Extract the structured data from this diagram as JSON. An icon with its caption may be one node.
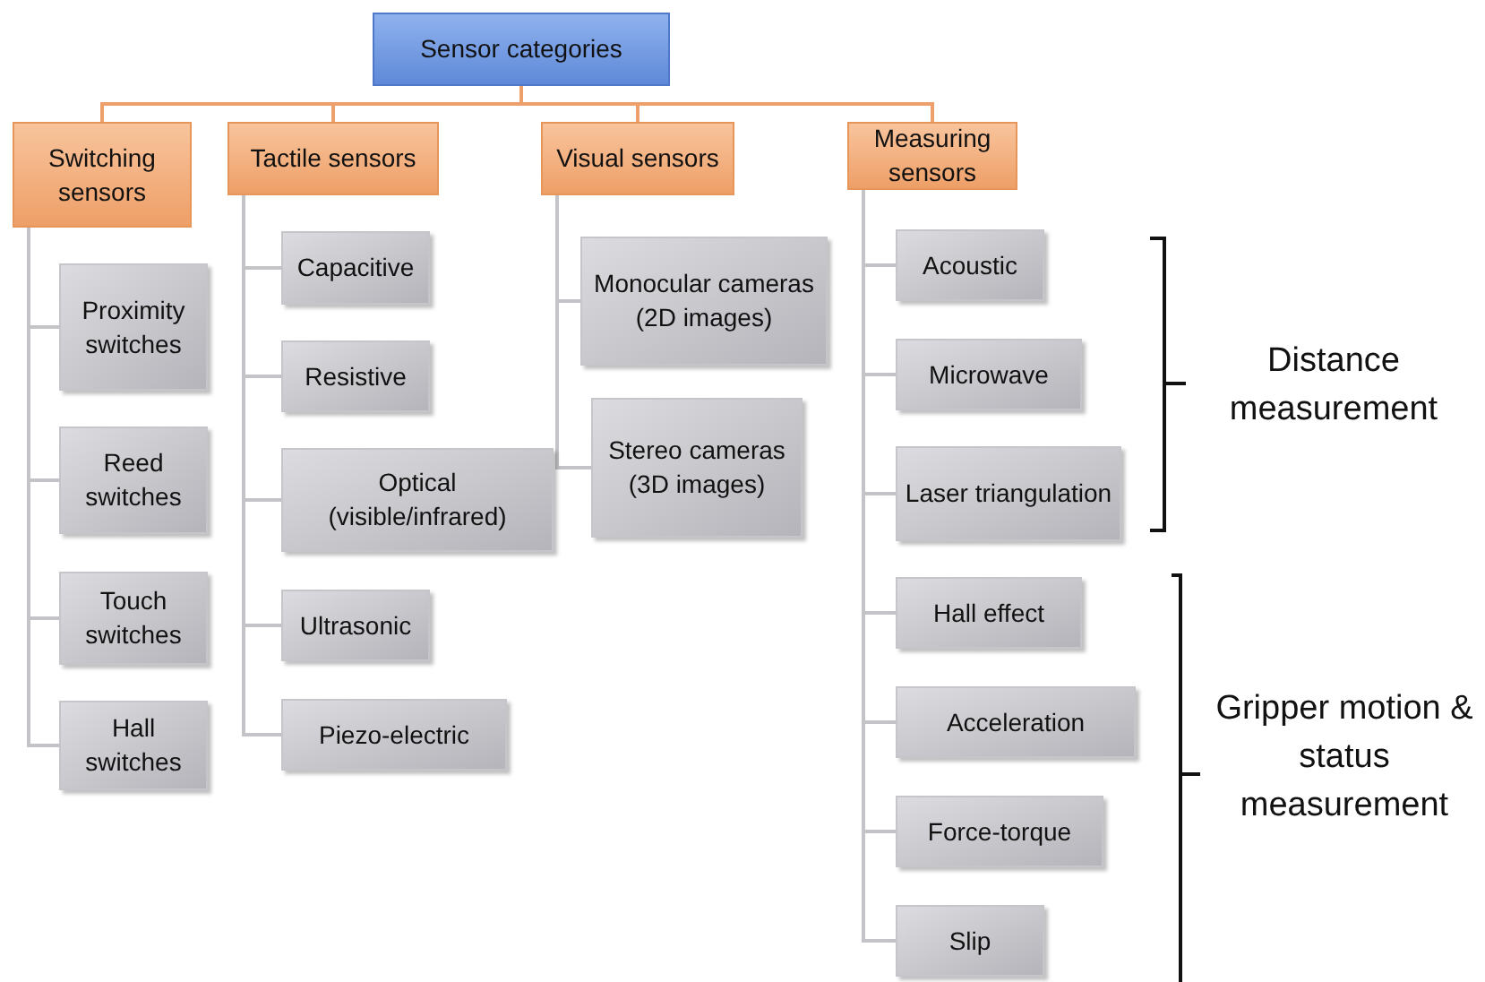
{
  "diagram": {
    "nodes": [
      {
        "text": [
          "Sensor categories"
        ]
      },
      {
        "text": [
          "Switching sensors"
        ]
      },
      {
        "text": [
          "Tactile sensors"
        ]
      },
      {
        "text": [
          "Visual sensors"
        ]
      },
      {
        "text": [
          "Measuring sensors"
        ]
      },
      {
        "text": [
          "Proximity switches"
        ]
      },
      {
        "text": [
          "Reed switches"
        ]
      },
      {
        "text": [
          "Touch switches"
        ]
      },
      {
        "text": [
          "Hall switches"
        ]
      },
      {
        "text": [
          "Capacitive"
        ]
      },
      {
        "text": [
          "Resistive"
        ]
      },
      {
        "text": [
          "Optical (visible/infrared)"
        ]
      },
      {
        "text": [
          "Ultrasonic"
        ]
      },
      {
        "text": [
          "Piezo-electric"
        ]
      },
      {
        "text": [
          "Monocular cameras (2D images)"
        ]
      },
      {
        "text": [
          "Stereo cameras (3D images)"
        ]
      },
      {
        "text": [
          "Acoustic"
        ]
      },
      {
        "text": [
          "Microwave"
        ]
      },
      {
        "text": [
          "Laser triangulation"
        ]
      },
      {
        "text": [
          "Hall effect"
        ]
      },
      {
        "text": [
          "Acceleration"
        ]
      },
      {
        "text": [
          "Force-torque"
        ]
      },
      {
        "text": [
          "Slip"
        ]
      }
    ],
    "edges": [
      {
        "from": 0,
        "to": 1,
        "arrow": "none",
        "color": "#eda06b"
      },
      {
        "from": 0,
        "to": 2,
        "arrow": "none",
        "color": "#eda06b"
      },
      {
        "from": 0,
        "to": 3,
        "arrow": "none",
        "color": "#eda06b"
      },
      {
        "from": 0,
        "to": 4,
        "arrow": "none",
        "color": "#eda06b"
      },
      {
        "from": 1,
        "to": 5,
        "arrow": "none"
      },
      {
        "from": 1,
        "to": 6,
        "arrow": "none"
      },
      {
        "from": 1,
        "to": 7,
        "arrow": "none"
      },
      {
        "from": 1,
        "to": 8,
        "arrow": "none"
      },
      {
        "from": 2,
        "to": 9,
        "arrow": "none"
      },
      {
        "from": 2,
        "to": 10,
        "arrow": "none"
      },
      {
        "from": 2,
        "to": 11,
        "arrow": "none"
      },
      {
        "from": 2,
        "to": 12,
        "arrow": "none"
      },
      {
        "from": 2,
        "to": 13,
        "arrow": "none"
      },
      {
        "from": 3,
        "to": 14,
        "arrow": "none"
      },
      {
        "from": 3,
        "to": 15,
        "arrow": "none"
      },
      {
        "from": 4,
        "to": 16,
        "arrow": "none"
      },
      {
        "from": 4,
        "to": 17,
        "arrow": "none"
      },
      {
        "from": 4,
        "to": 18,
        "arrow": "none"
      },
      {
        "from": 4,
        "to": 19,
        "arrow": "none"
      },
      {
        "from": 4,
        "to": 20,
        "arrow": "none"
      },
      {
        "from": 4,
        "to": 21,
        "arrow": "none"
      },
      {
        "from": 4,
        "to": 22,
        "arrow": "none"
      }
    ],
    "labels": [
      "Distance measurement",
      "Gripper motion & status measurement"
    ]
  }
}
